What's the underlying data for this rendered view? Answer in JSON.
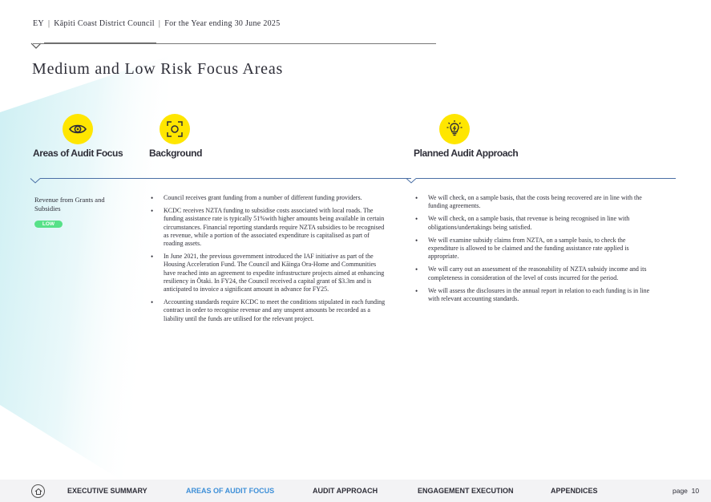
{
  "header": {
    "brand": "EY",
    "council": "Kāpiti Coast District Council",
    "period": "For the Year ending 30 June 2025"
  },
  "page_title": "Medium and Low Risk Focus Areas",
  "columns": {
    "focus": {
      "title": "Areas of Audit Focus",
      "icon": "eye-icon"
    },
    "background": {
      "title": "Background",
      "icon": "focus-frame-icon"
    },
    "approach": {
      "title": "Planned Audit Approach",
      "icon": "lightbulb-icon"
    }
  },
  "focus_area": {
    "label": "Revenue from Grants and Subsidies",
    "risk": "LOW",
    "risk_color": "#57e188"
  },
  "background_items": [
    "Council receives grant funding from a number of different funding providers.",
    "KCDC receives NZTA funding to subsidise costs associated with local roads. The funding assistance rate is typically 51%with higher amounts being available in certain circumstances. Financial reporting standards require NZTA subsidies to be recognised as revenue, while a portion of the associated expenditure is capitalised as part of roading assets.",
    "In June 2021, the previous government introduced the IAF initiative as part of the Housing Acceleration Fund. The Council and Kāinga Ora-Home and Communities have reached into an agreement to expedite infrastructure projects aimed at enhancing resiliency in Ōtaki. In FY24, the Council received a capital grant of $3.3m and is anticipated to invoice a significant amount in advance for FY25.",
    "Accounting standards require KCDC to meet the conditions stipulated in each funding contract in order to recognise revenue and any unspent amounts be recorded as a liability until the funds are utilised for the relevant project."
  ],
  "approach_items": [
    "We will check, on a sample basis, that the costs being recovered are in line with the funding agreements.",
    "We will check, on a sample basis, that revenue is being recognised in line with obligations/undertakings being satisfied.",
    "We will examine subsidy claims from NZTA, on a sample basis, to check the expenditure is allowed to be claimed and the funding assistance rate applied is appropriate.",
    "We will carry out an assessment of the reasonability of NZTA subsidy income and its completeness in consideration of the level of costs incurred for the period.",
    "We will assess the disclosures in the annual report in relation to each funding is in line with relevant accounting standards."
  ],
  "footer": {
    "nav": [
      {
        "label": "EXECUTIVE SUMMARY",
        "active": false
      },
      {
        "label": "AREAS OF AUDIT FOCUS",
        "active": true
      },
      {
        "label": "AUDIT APPROACH",
        "active": false
      },
      {
        "label": "ENGAGEMENT EXECUTION",
        "active": false
      },
      {
        "label": "APPENDICES",
        "active": false
      }
    ],
    "page_label": "page",
    "page_number": "10"
  },
  "colors": {
    "accent_yellow": "#ffe600",
    "active_nav": "#3d8fd8",
    "rule_blue": "#4a6fa5",
    "bg_cyan": "#dff6f8"
  }
}
